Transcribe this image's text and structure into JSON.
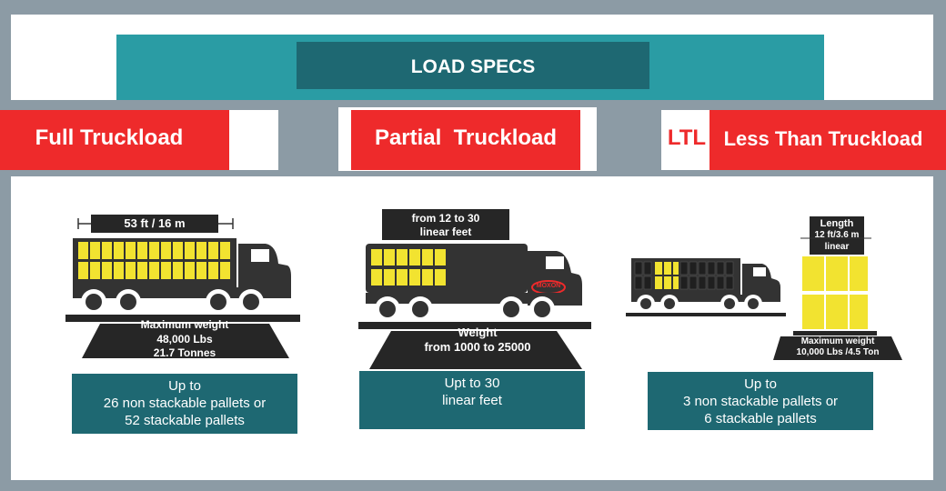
{
  "header": {
    "title": "LOAD SPECS"
  },
  "sections": {
    "ftl": {
      "title": "Full Truckload",
      "dimension": "53 ft / 16 m",
      "weight_label": "Maximum weight",
      "weight_lbs": "48,000 Lbs",
      "weight_tonnes": "21.7 Tonnes",
      "capacity_line1": "Up to",
      "capacity_line2": "26 non stackable pallets or",
      "capacity_line3": "52 stackable pallets"
    },
    "ptl": {
      "title": "Partial  Truckload",
      "dimension_line1": "from 12 to 30",
      "dimension_line2": "linear feet",
      "weight_label": "Weight",
      "weight_range": "from 1000 to 25000",
      "truck_logo": "MOXON",
      "capacity_line1": "Upt to 30",
      "capacity_line2": "linear feet"
    },
    "ltl": {
      "badge": "LTL",
      "title": "Less Than Truckload",
      "length_label": "Length",
      "length_value": "12 ft/3.6 m",
      "length_unit": "linear",
      "weight_label": "Maximum weight",
      "weight_value": "10,000 Lbs /4.5 Ton",
      "capacity_line1": "Up to",
      "capacity_line2": "3 non stackable pallets or",
      "capacity_line3": "6 stackable pallets"
    }
  },
  "colors": {
    "frame": "#8c9ba5",
    "teal": "#2a9ca4",
    "dark_teal": "#1e6872",
    "red": "#ee2a2b",
    "truck": "#333333",
    "pallet": "#f2e330"
  }
}
